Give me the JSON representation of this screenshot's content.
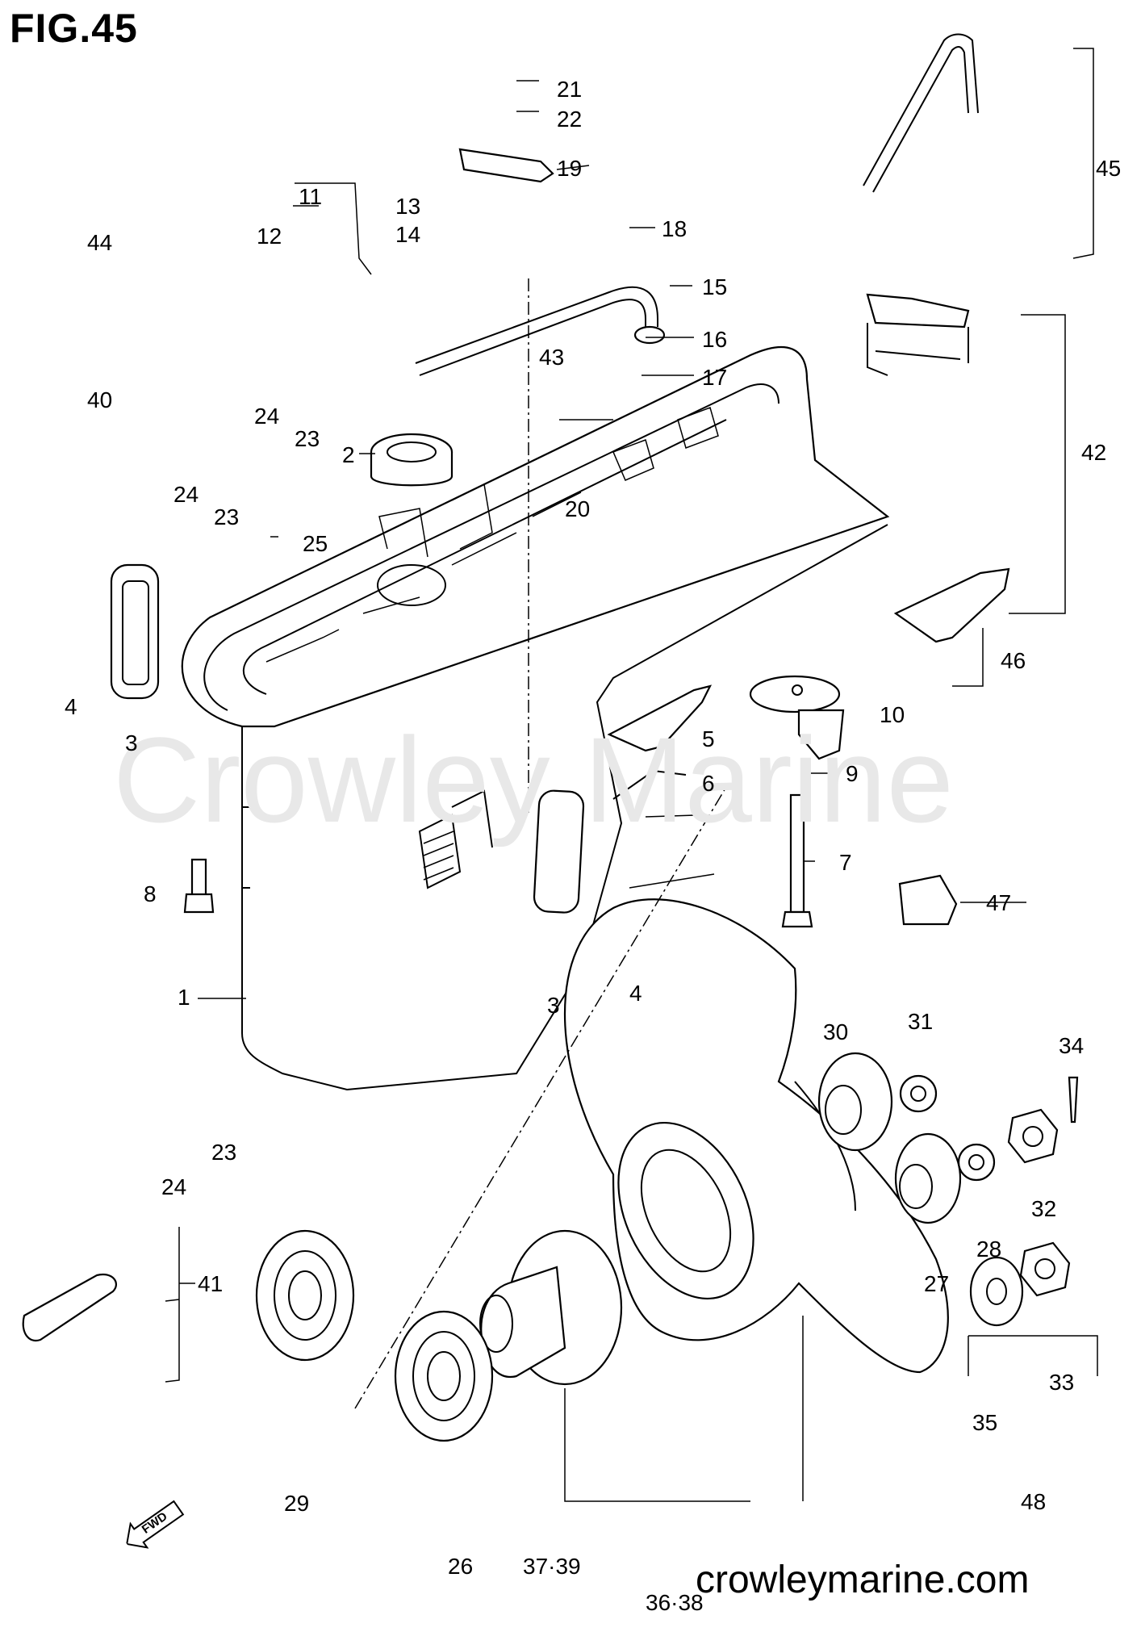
{
  "figure_title": "FIG.45",
  "watermark": "Crowley Marine",
  "website": "crowleymarine.com",
  "callouts": [
    "1",
    "2",
    "3",
    "3",
    "4",
    "4",
    "5",
    "6",
    "7",
    "8",
    "9",
    "10",
    "11",
    "12",
    "13",
    "14",
    "15",
    "16",
    "17",
    "18",
    "19",
    "20",
    "21",
    "22",
    "23",
    "23",
    "23",
    "24",
    "24",
    "24",
    "25",
    "26",
    "27",
    "28",
    "29",
    "30",
    "31",
    "32",
    "33",
    "34",
    "35",
    "36·38",
    "37·39",
    "40",
    "41",
    "42",
    "43",
    "44",
    "45",
    "46",
    "47",
    "48"
  ],
  "fwd_label": "FWD"
}
